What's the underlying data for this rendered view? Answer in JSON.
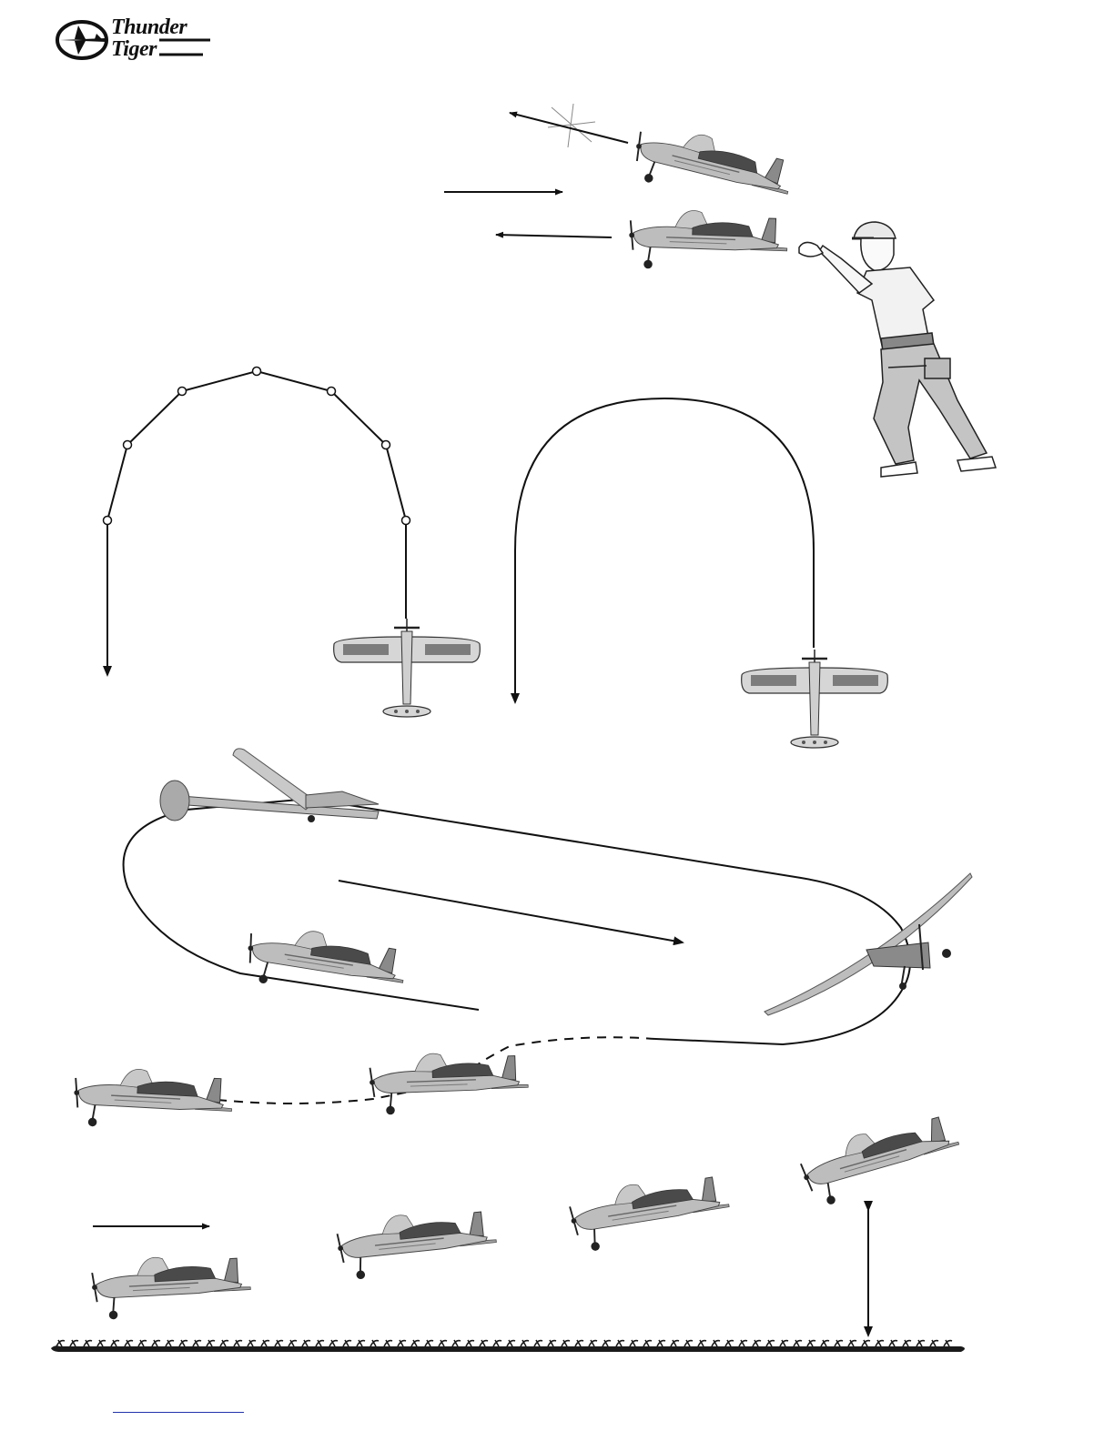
{
  "brand": {
    "line1": "Thunder",
    "line2": "Tiger"
  },
  "footer": {
    "link_text": ""
  },
  "colors": {
    "ink": "#111111",
    "plane_body": "#bdbdbd",
    "plane_dark": "#4a4a4a",
    "grass": "#1a1a1a"
  },
  "icons": [
    "logo-emblem-icon",
    "airplane-icon",
    "pilot-figure",
    "arrow-icon",
    "grass-ground"
  ]
}
